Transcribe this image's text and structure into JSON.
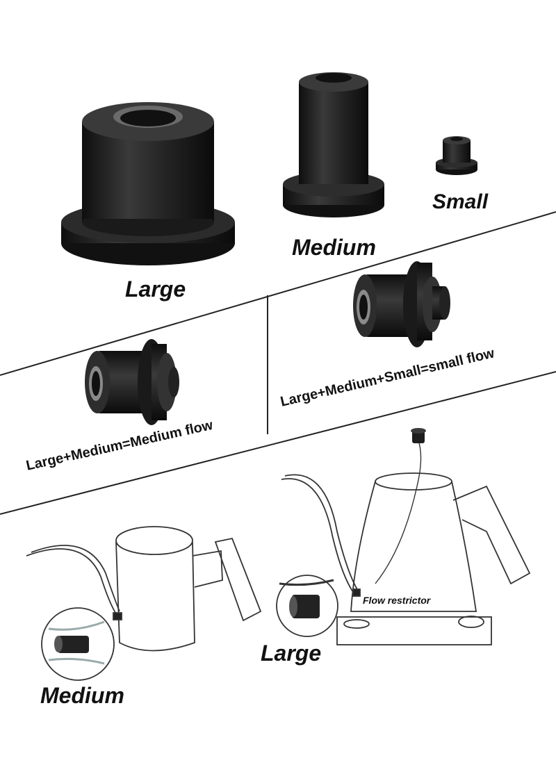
{
  "sizes": {
    "large_label": "Large",
    "medium_label": "Medium",
    "small_label": "Small"
  },
  "combinations": {
    "left_caption": "Large+Medium=Medium flow",
    "right_caption": "Large+Medium+Small=small flow"
  },
  "kettles": {
    "left_label": "Medium",
    "right_label": "Large",
    "restrictor_label": "Flow restrictor"
  },
  "colors": {
    "part": "#1e1e1e",
    "part_highlight": "#4a4a4a",
    "line_art": "#333333",
    "divider": "#222222"
  },
  "icons": [
    "large-restrictor-icon",
    "medium-restrictor-icon",
    "small-restrictor-icon",
    "kettle-illustration"
  ]
}
